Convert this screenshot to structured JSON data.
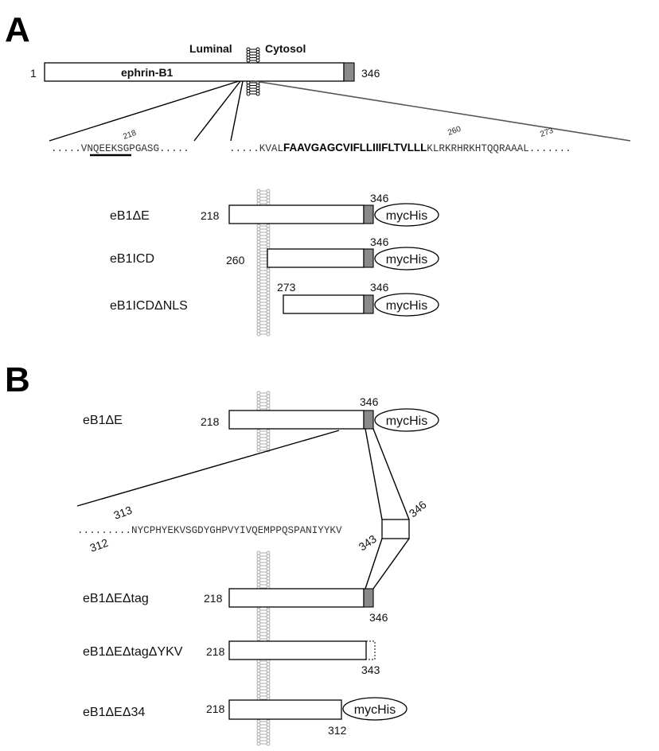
{
  "panels": {
    "a": "A",
    "b": "B"
  },
  "panel_a": {
    "topology": {
      "luminal": "Luminal",
      "cytosol": "Cytosol"
    },
    "full": {
      "name": "ephrin-B1",
      "start": "1",
      "end": "346"
    },
    "seq_left": {
      "pre": ".....VN",
      "underlined": "QEEKS",
      "post": "GPGASG.....",
      "marker": "218"
    },
    "seq_right": {
      "pre": ".....KVAL",
      "bold": "FAAVGAGCVIFLLIIIFLTVLLL",
      "post": "KLRKRHRKHTQQRAAAL.......",
      "markers": [
        "260",
        "273"
      ]
    },
    "constructs": [
      {
        "name": "eB1ΔE",
        "start": "218",
        "end": "346",
        "tag": "mycHis"
      },
      {
        "name": "eB1ICD",
        "start": "260",
        "end": "346",
        "tag": "mycHis"
      },
      {
        "name": "eB1ICDΔNLS",
        "start": "273",
        "end": "346",
        "tag": "mycHis"
      }
    ]
  },
  "panel_b": {
    "top": {
      "name": "eB1ΔE",
      "start": "218",
      "end": "346",
      "tag": "mycHis"
    },
    "sequence": {
      "pre": ".........NYCPHYEKVSGDYGHPVYIVQEMPPQSPANIY",
      "boxed": "YKV",
      "marks": [
        "313",
        "312",
        "343",
        "346"
      ]
    },
    "constructs": [
      {
        "name": "eB1ΔEΔtag",
        "start": "218",
        "end": "346",
        "tag": ""
      },
      {
        "name": "eB1ΔEΔtagΔYKV",
        "start": "218",
        "end": "343",
        "tag": ""
      },
      {
        "name": "eB1ΔEΔ34",
        "start": "218",
        "end": "312",
        "tag": "mycHis"
      }
    ]
  }
}
